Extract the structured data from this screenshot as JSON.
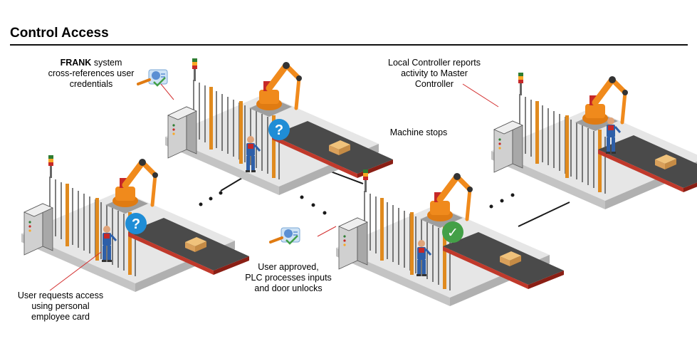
{
  "header": {
    "title": "Control Access"
  },
  "annotations": {
    "frank_bold": "FRANK",
    "frank_rest": " system",
    "frank_line2": "cross-references user",
    "frank_line3": "credentials",
    "local_line1": "Local Controller reports",
    "local_line2": "activity to Master",
    "local_line3": "Controller",
    "machine_stops": "Machine stops",
    "approved_line1": "User approved,",
    "approved_line2": "PLC processes inputs",
    "approved_line3": "and door unlocks",
    "request_line1": "User requests access",
    "request_line2": "using personal",
    "request_line3": "employee card"
  },
  "badges": {
    "question": "?",
    "check": "✓"
  },
  "colors": {
    "platform_top": "#e6e6e6",
    "platform_side": "#c4c4c4",
    "robot": "#f08a1c",
    "conveyor": "#4a4a4a",
    "conveyor_edge": "#c0392b",
    "fence": "#3a3a3a",
    "badge_question": "#1f8dd6",
    "badge_check": "#43a047",
    "worker_suit": "#2e5fa8",
    "worker_shirt": "#c62828",
    "leader_line": "#d32f2f",
    "connector": "#1a1a1a"
  }
}
